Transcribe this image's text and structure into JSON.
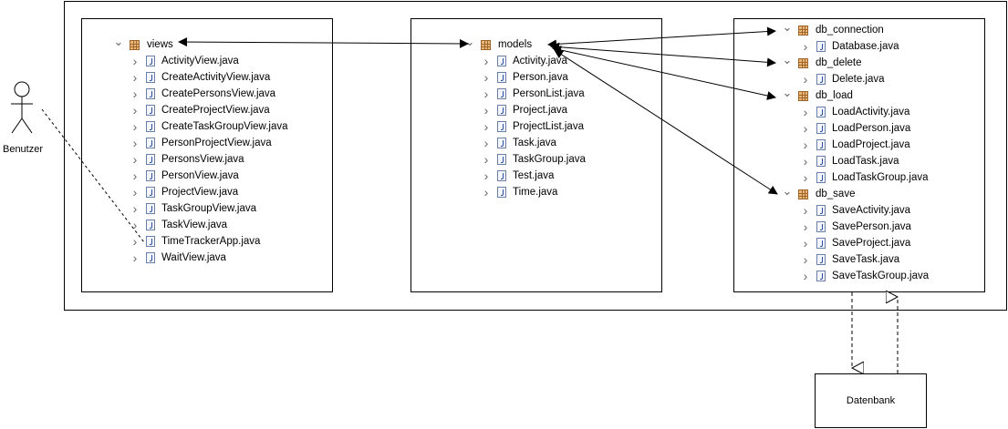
{
  "actor": {
    "label": "Benutzer"
  },
  "panels": {
    "views": {
      "package": "views",
      "files": [
        "ActivityView.java",
        "CreateActivityView.java",
        "CreatePersonsView.java",
        "CreateProjectView.java",
        "CreateTaskGroupView.java",
        "PersonProjectView.java",
        "PersonsView.java",
        "PersonView.java",
        "ProjectView.java",
        "TaskGroupView.java",
        "TaskView.java",
        "TimeTrackerApp.java",
        "WaitView.java"
      ]
    },
    "models": {
      "package": "models",
      "files": [
        "Activity.java",
        "Person.java",
        "PersonList.java",
        "Project.java",
        "ProjectList.java",
        "Task.java",
        "TaskGroup.java",
        "Test.java",
        "Time.java"
      ]
    },
    "db": {
      "db_connection": {
        "package": "db_connection",
        "files": [
          "Database.java"
        ]
      },
      "db_delete": {
        "package": "db_delete",
        "files": [
          "Delete.java"
        ]
      },
      "db_load": {
        "package": "db_load",
        "files": [
          "LoadActivity.java",
          "LoadPerson.java",
          "LoadProject.java",
          "LoadTask.java",
          "LoadTaskGroup.java"
        ]
      },
      "db_save": {
        "package": "db_save",
        "files": [
          "SaveActivity.java",
          "SavePerson.java",
          "SaveProject.java",
          "SaveTask.java",
          "SaveTaskGroup.java"
        ]
      }
    }
  },
  "datenbank": {
    "label": "Datenbank"
  },
  "icons": {
    "package": "package-icon",
    "file": "java-file-icon",
    "expanded": "chevron-down-icon",
    "collapsed": "chevron-right-icon"
  }
}
